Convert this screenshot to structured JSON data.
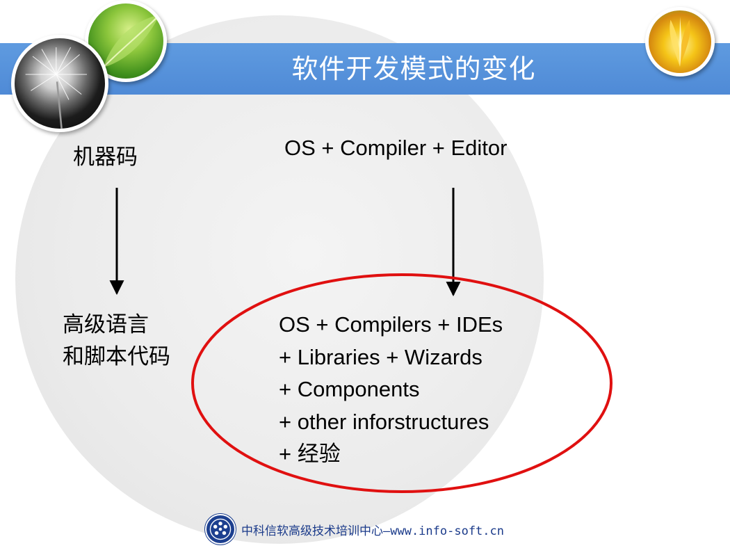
{
  "slide": {
    "title": "软件开发模式的变化",
    "colors": {
      "title_bar": "#5a96dc",
      "ellipse": "#e01010",
      "footer_text": "#1a3a8a"
    }
  },
  "left_column": {
    "top_label": "机器码",
    "bottom_lines": [
      "高级语言",
      "和脚本代码"
    ]
  },
  "right_column": {
    "top_label": "OS + Compiler + Editor",
    "bottom_lines": [
      "OS + Compilers + IDEs",
      "+ Libraries + Wizards",
      "+ Components",
      "+ other inforstructures",
      "+ 经验"
    ]
  },
  "decor": {
    "photos": [
      "dandelion-photo",
      "leaf-photo",
      "flower-photo"
    ],
    "logo": "institute-logo-icon"
  },
  "footer": {
    "text": "中科信软高级技术培训中心—www.info-soft.cn"
  }
}
